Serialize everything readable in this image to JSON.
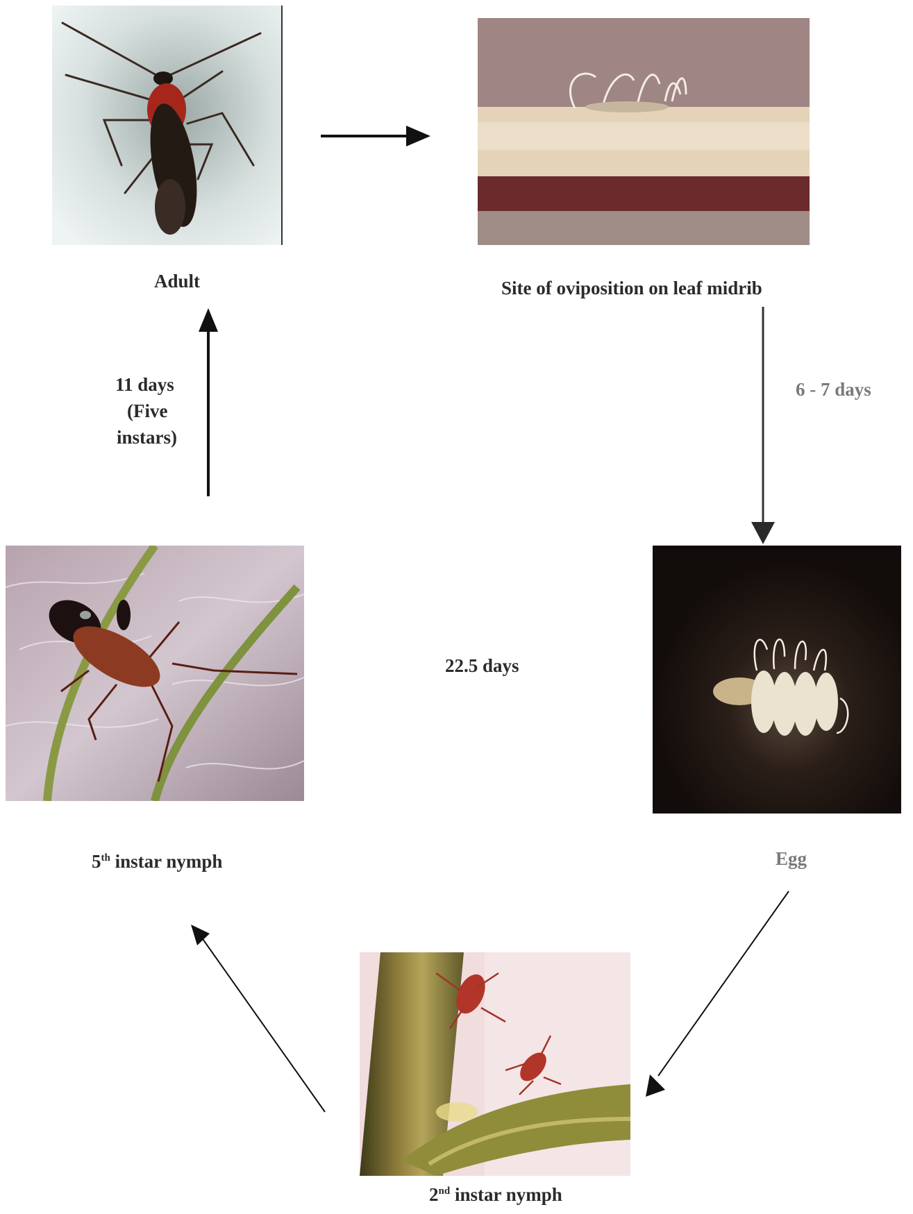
{
  "stages": {
    "adult": "Adult",
    "oviposition": "Site of oviposition on leaf midrib",
    "egg": "Egg",
    "second_instar_num": "2",
    "second_instar_sup": "nd",
    "second_instar_rest": " instar nymph",
    "fifth_instar_num": "5",
    "fifth_instar_sup": "th",
    "fifth_instar_rest": " instar nymph"
  },
  "durations": {
    "egg_period": "6 - 7 days",
    "nymph_line1": "11 days",
    "nymph_line2": "(Five",
    "nymph_line3": "instars)",
    "total": "22.5 days"
  }
}
